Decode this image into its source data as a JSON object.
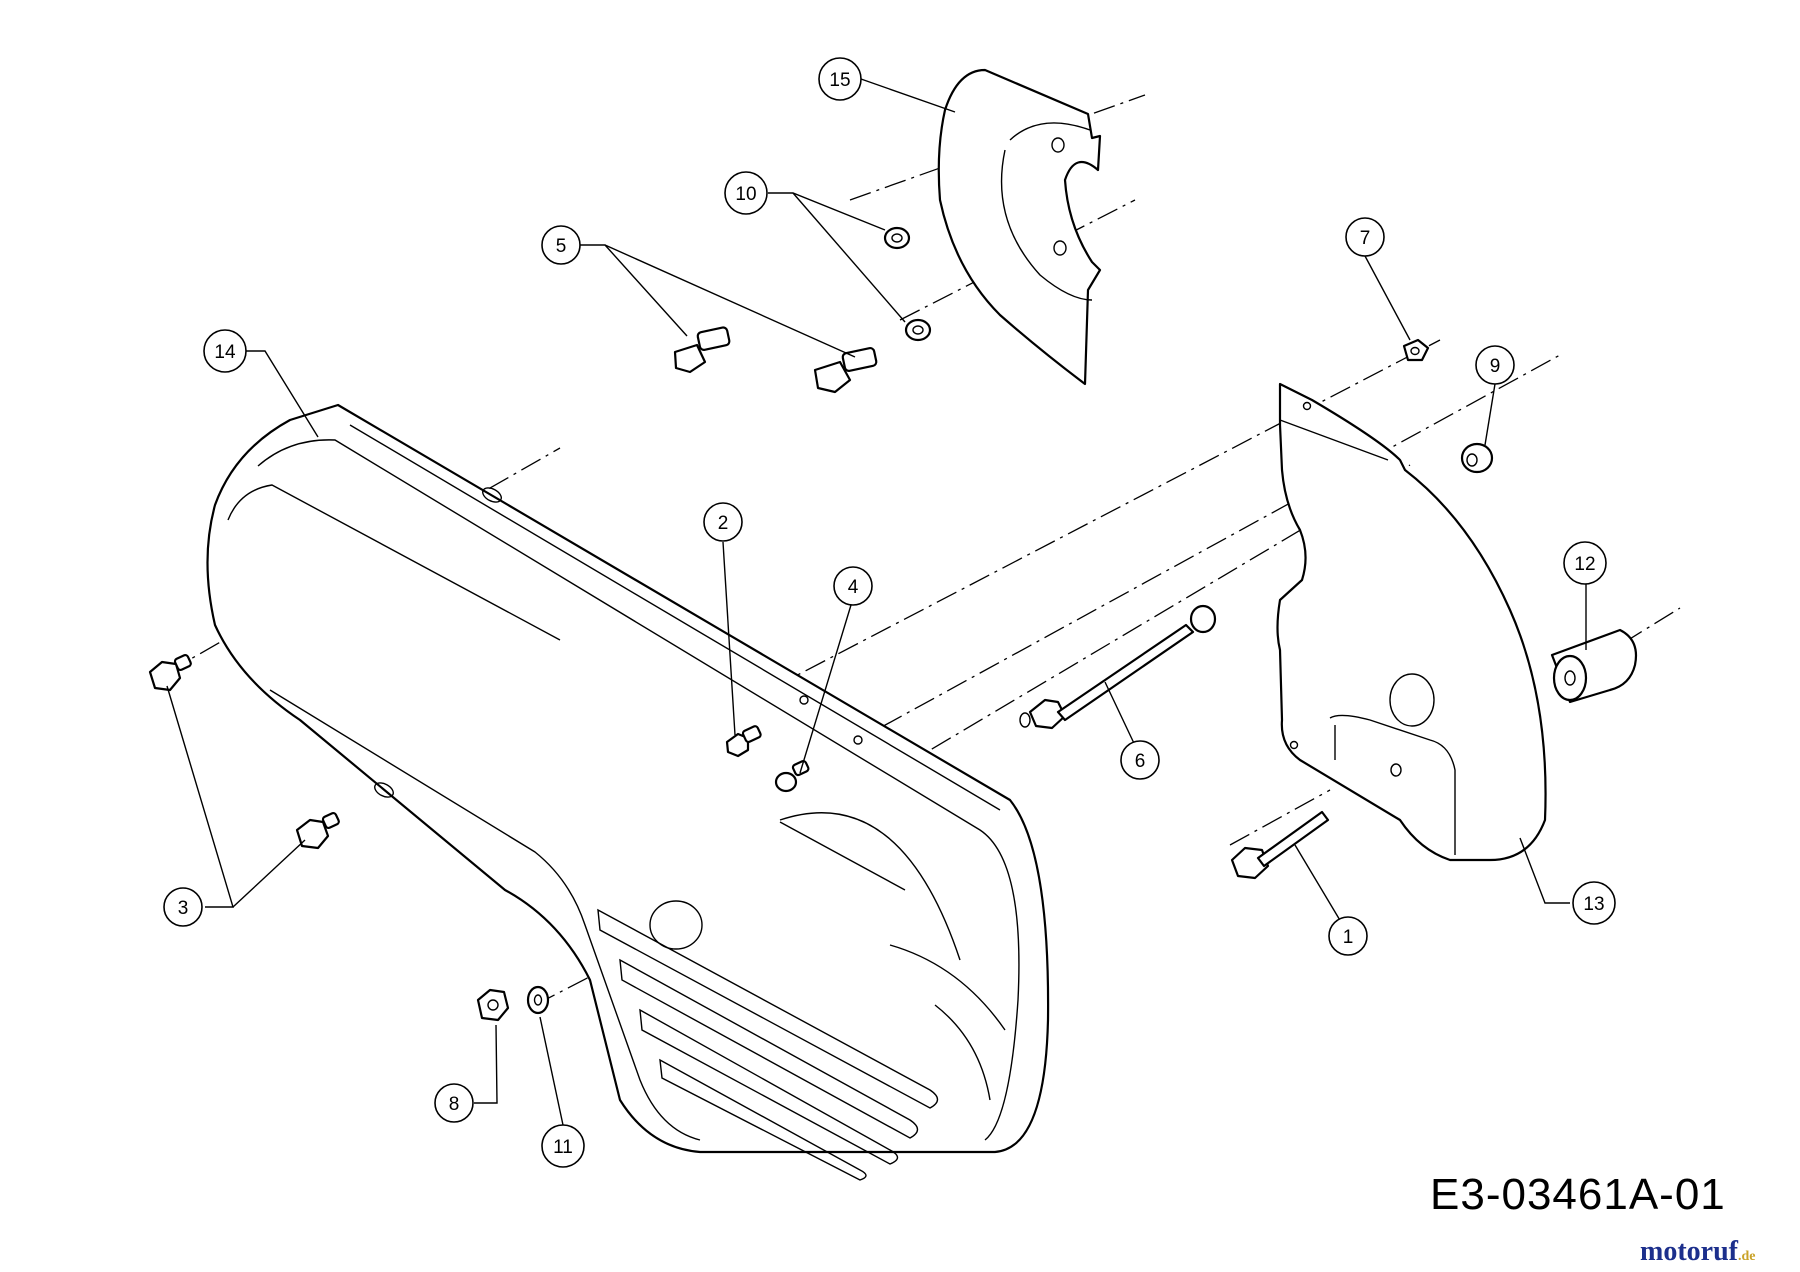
{
  "diagram": {
    "drawing_code": "E3-03461A-01",
    "brand": {
      "text": "motoruf",
      "suffix": ".de",
      "color_main": "#1c2f8c",
      "color_accent": "#c9a227"
    },
    "callouts": [
      "1",
      "2",
      "3",
      "4",
      "5",
      "6",
      "7",
      "8",
      "9",
      "10",
      "11",
      "12",
      "13",
      "14",
      "15"
    ],
    "parts": [
      "belt-cover",
      "chute-cover-bracket",
      "belt-guard-plate",
      "spacer",
      "shaft-bolt",
      "hex-screw",
      "hex-bolt",
      "washer",
      "flange-nut",
      "hex-nut"
    ]
  }
}
